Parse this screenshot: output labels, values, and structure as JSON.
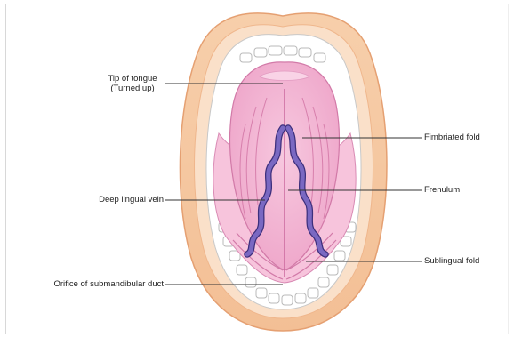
{
  "diagram": {
    "labels": {
      "tip_of_tongue_line1": "Tip of tongue",
      "tip_of_tongue_line2": "(Turned up)",
      "fimbriated_fold": "Fimbriated fold",
      "frenulum": "Frenulum",
      "deep_lingual_vein": "Deep lingual vein",
      "sublingual_fold": "Sublingual fold",
      "orifice_submandibular_duct": "Orifice of submandibular duct"
    },
    "colors": {
      "lips": "#f6c9a4",
      "lip_outline": "#e8a478",
      "lip_inner": "#f9dcc4",
      "mouth_cavity": "#ffffff",
      "teeth": "#ffffff",
      "tongue": "#f4b7d6",
      "tongue_outline": "#d97fae",
      "vein": "#6f5bb5",
      "vein_outline": "#3d2f7c",
      "leader_line": "#333333"
    }
  }
}
